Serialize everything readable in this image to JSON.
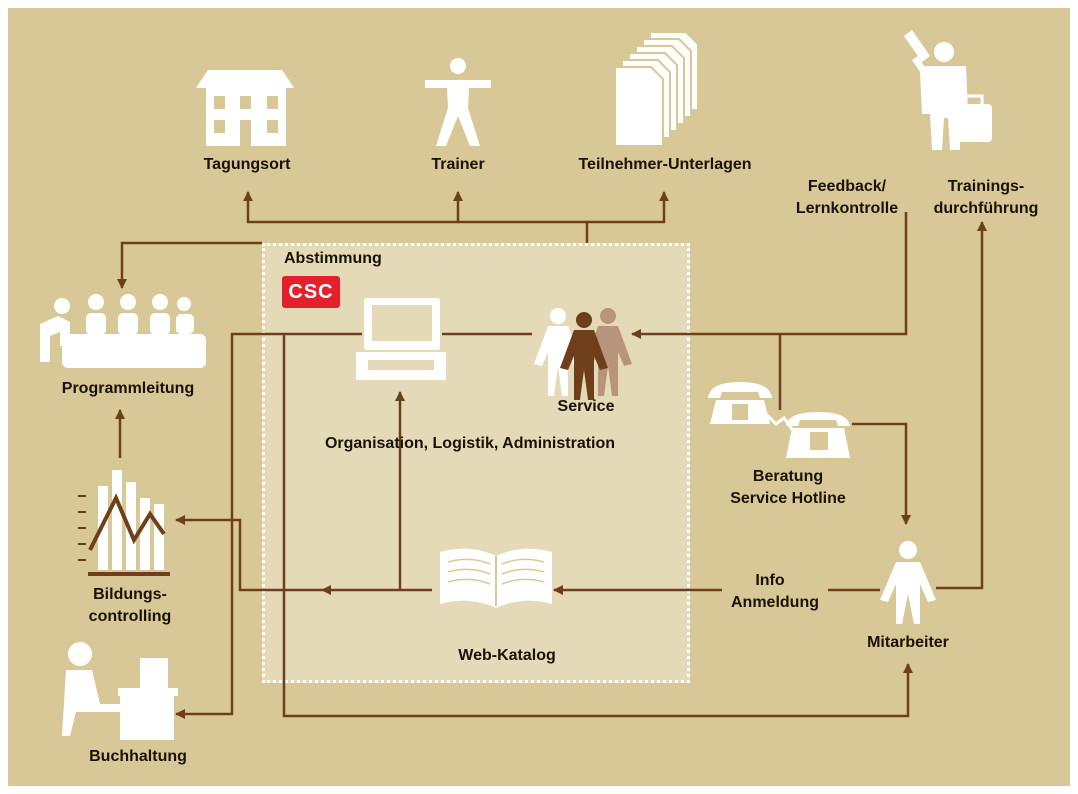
{
  "diagram": {
    "coordination_label": "Abstimmung",
    "brand_logo": "CSC",
    "nodes": {
      "venue": "Tagungsort",
      "trainer": "Trainer",
      "participant_docs": "Teilnehmer-Unterlagen",
      "program_management": "Programmleitung",
      "training_controlling_line1": "Bildungs-",
      "training_controlling_line2": "controlling",
      "accounting": "Buchhaltung",
      "service": "Service",
      "organisation": "Organisation, Logistik, Administration",
      "web_catalog": "Web-Katalog",
      "hotline_line1": "Beratung",
      "hotline_line2": "Service Hotline",
      "employee": "Mitarbeiter",
      "training_execution_line1": "Trainings-",
      "training_execution_line2": "durchführung"
    },
    "edge_labels": {
      "feedback_line1": "Feedback/",
      "feedback_line2": "Lernkontrolle",
      "info": "Info",
      "registration": "Anmeldung"
    },
    "colors": {
      "background": "#d9c897",
      "coordination_area": "#e5dab8",
      "arrow": "#6e3f1a",
      "icon": "#ffffff",
      "logo": "#e3202c"
    }
  }
}
